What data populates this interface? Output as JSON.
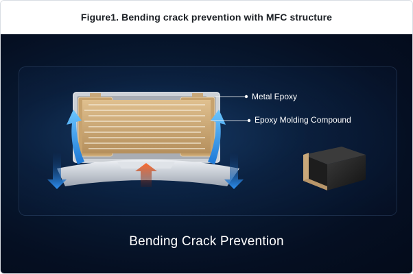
{
  "figure_title": "Figure1. Bending crack prevention with MFC structure",
  "labels": {
    "metal_epoxy": "Metal Epoxy",
    "epoxy_molding_compound": "Epoxy Molding Compound"
  },
  "caption": "Bending Crack Prevention",
  "colors": {
    "background": "#06152b",
    "arrow_blue": "#3aa6f0",
    "arrow_red": "#f05a2a",
    "electrode_tan": "#c9a87a"
  }
}
